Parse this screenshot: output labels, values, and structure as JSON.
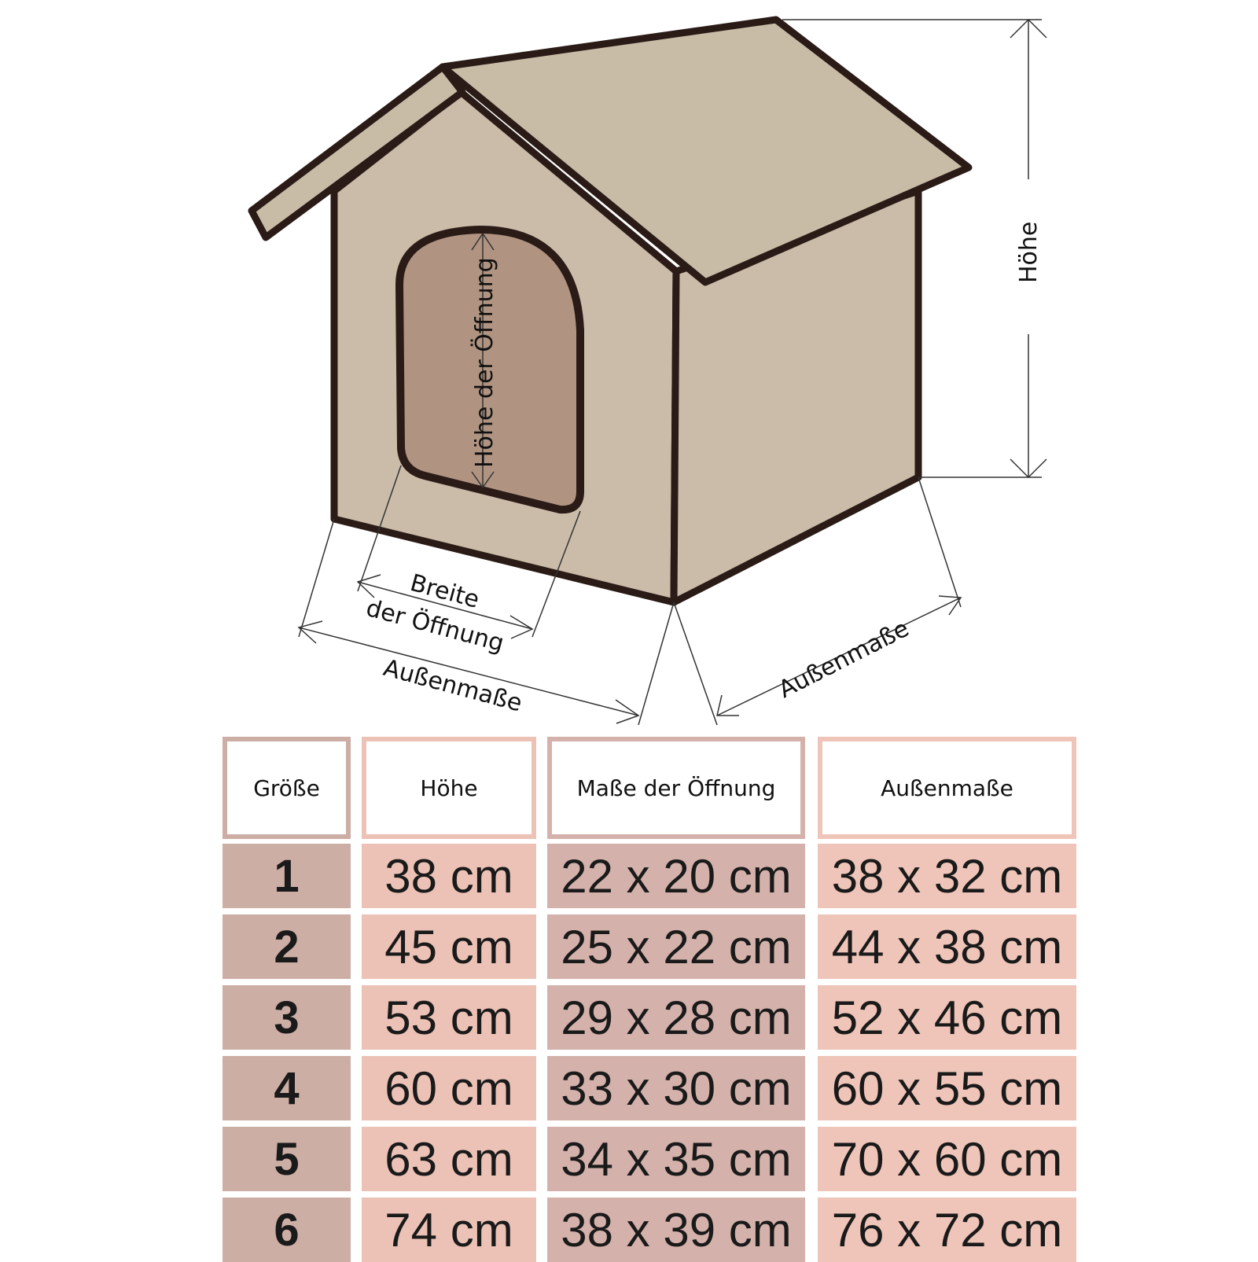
{
  "diagram": {
    "labels": {
      "opening_height": "Höhe der Öffnung",
      "opening_width_line1": "Breite",
      "opening_width_line2": "der Öffnung",
      "outer_left": "Außenmaße",
      "outer_right": "Außenmaße",
      "total_height": "Höhe"
    },
    "colors": {
      "roof": "#c9bca7",
      "wall": "#cabca8",
      "door": "#b09481",
      "outline": "#2a1b17"
    }
  },
  "table": {
    "headers": [
      "Größe",
      "Höhe",
      "Maße der Öffnung",
      "Außenmaße"
    ],
    "rows": [
      [
        "1",
        "38 cm",
        "22 x 20 cm",
        "38 x 32 cm"
      ],
      [
        "2",
        "45 cm",
        "25 x 22 cm",
        "44 x 38 cm"
      ],
      [
        "3",
        "53 cm",
        "29 x 28 cm",
        "52 x 46 cm"
      ],
      [
        "4",
        "60 cm",
        "33 x 30 cm",
        "60 x 55 cm"
      ],
      [
        "5",
        "63 cm",
        "34 x 35 cm",
        "70 x 60 cm"
      ],
      [
        "6",
        "74 cm",
        "38 x 39 cm",
        "76 x 72 cm"
      ]
    ],
    "colors": {
      "col1": "#cdaea5",
      "col2": "#ecc2b6",
      "col3": "#d4b2ab",
      "col4": "#efc5b9"
    }
  }
}
